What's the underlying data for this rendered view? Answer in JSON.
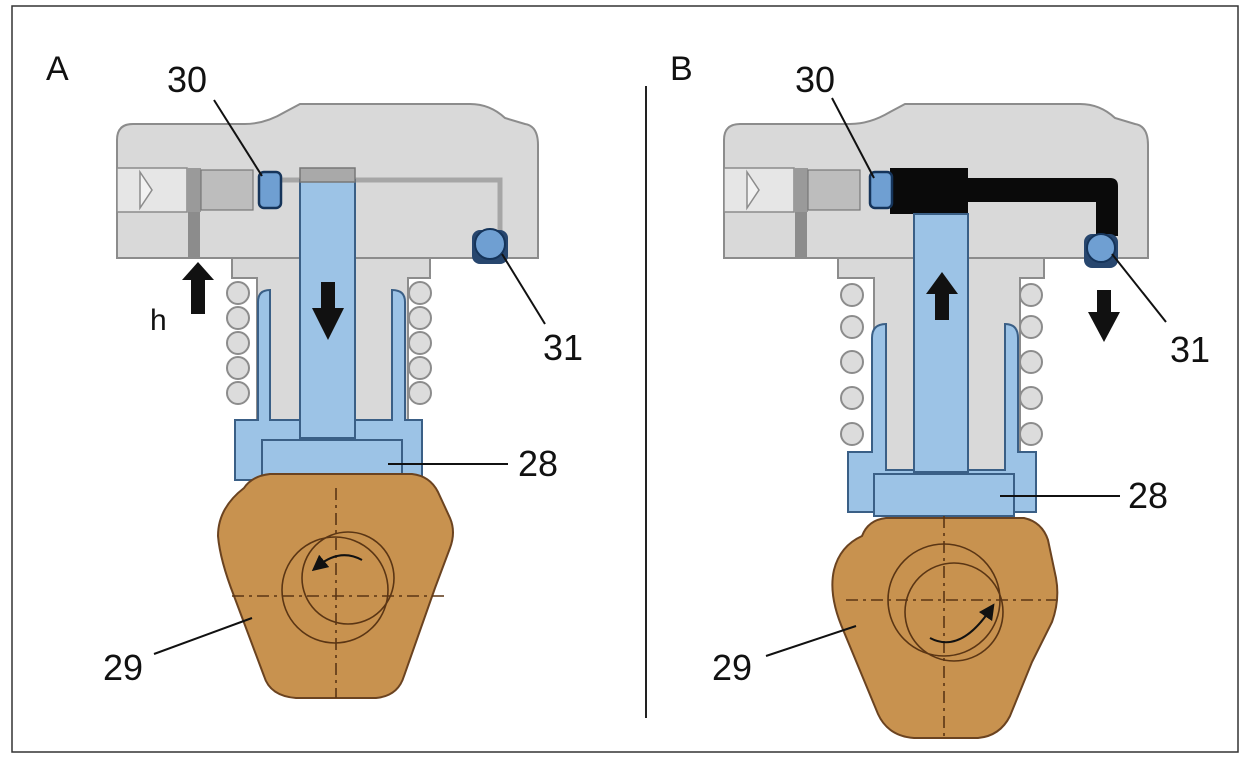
{
  "panels": [
    {
      "letter": "A",
      "callouts": {
        "c30": "30",
        "c31": "31",
        "c28": "28",
        "c29": "29"
      },
      "stroke_label": "h"
    },
    {
      "letter": "B",
      "callouts": {
        "c30": "30",
        "c31": "31",
        "c28": "28",
        "c29": "29"
      }
    }
  ],
  "colors": {
    "housing": "#d9d9d9",
    "housing_stroke": "#8c8c8c",
    "blue_part": "#9cc3e6",
    "blue_stroke": "#3a5f86",
    "cam": "#c8924f",
    "cam_stroke": "#6b4320",
    "high_pressure": "#0a0a0a",
    "spring": "#dcdcdc"
  },
  "icons": [
    "down-arrow-icon",
    "up-arrow-icon",
    "rotation-arrow-icon"
  ]
}
